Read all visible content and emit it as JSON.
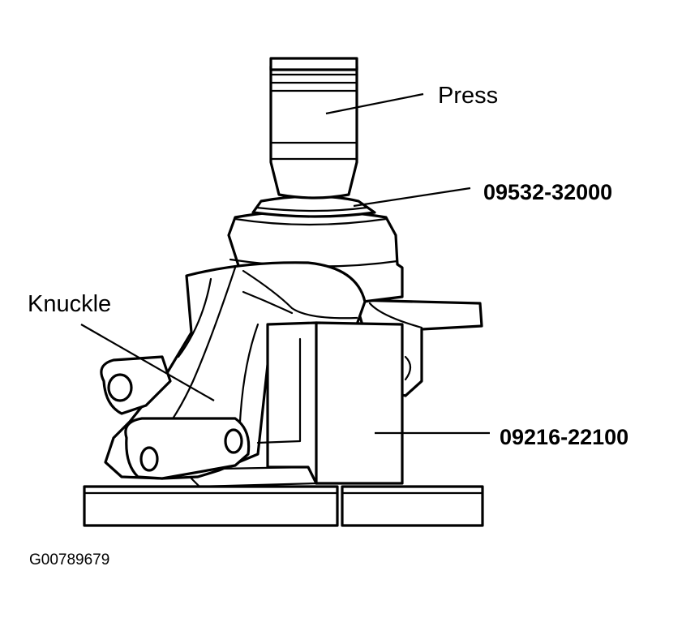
{
  "labels": {
    "press": "Press",
    "tool_upper": "09532-32000",
    "knuckle": "Knuckle",
    "tool_lower": "09216-22100",
    "figure_id": "G00789679"
  }
}
